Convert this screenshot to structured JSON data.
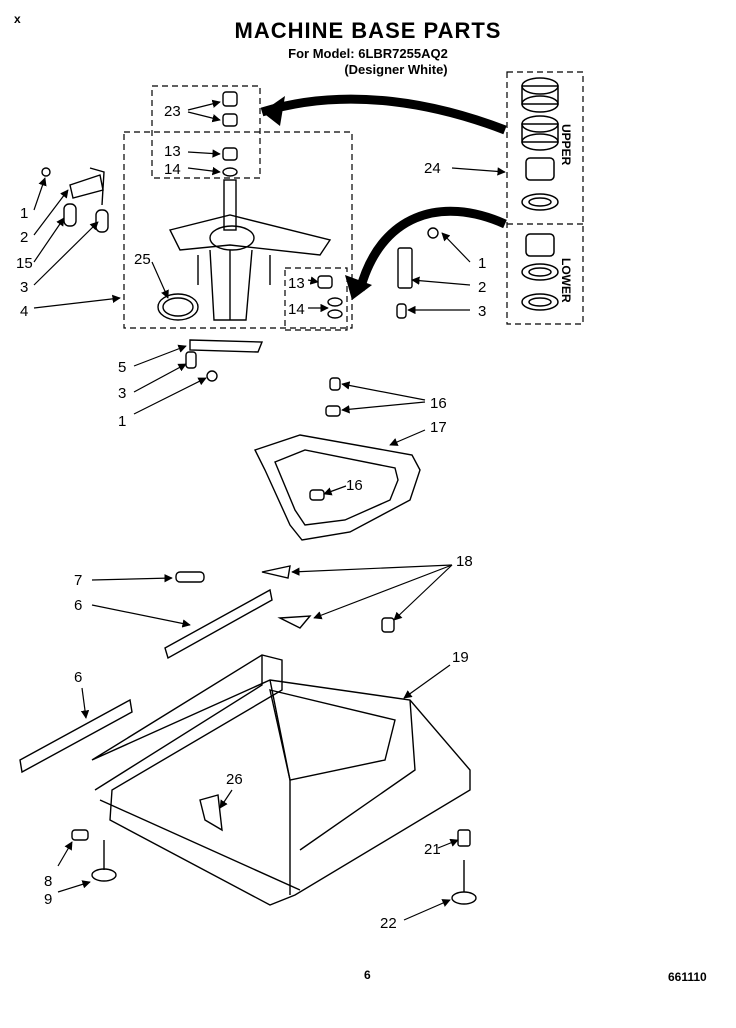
{
  "page": {
    "title": "MACHINE BASE PARTS",
    "model_line": "For Model: 6LBR7255AQ2",
    "color_line": "(Designer White)",
    "corner_mark": "x",
    "page_number": "6",
    "doc_code": "661110"
  },
  "inset": {
    "upper_label": "UPPER",
    "lower_label": "LOWER"
  },
  "callouts": [
    "23",
    "13",
    "14",
    "24",
    "1",
    "2",
    "15",
    "3",
    "4",
    "25",
    "13",
    "14",
    "1",
    "2",
    "3",
    "5",
    "3",
    "1",
    "16",
    "17",
    "16",
    "7",
    "18",
    "6",
    "19",
    "6",
    "26",
    "8",
    "9",
    "21",
    "22"
  ]
}
